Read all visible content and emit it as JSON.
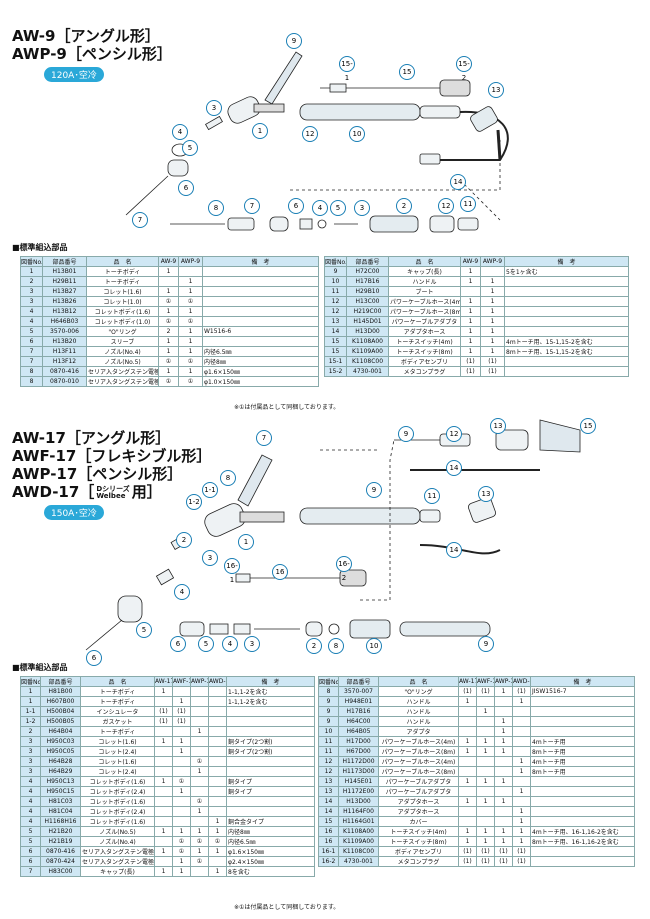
{
  "sec1": {
    "title1": "AW-9［アングル形］",
    "title2": "AWP-9［ペンシル形］",
    "badge": "120A･空冷",
    "parts_title": "■標準組込部品",
    "note": "※①は付属品として同梱しております。",
    "diagram_labels": [
      "9",
      "15-1",
      "15",
      "15-2",
      "13",
      "3",
      "1",
      "12",
      "10",
      "4",
      "5",
      "6",
      "7",
      "8",
      "14",
      "8",
      "7",
      "6",
      "4",
      "5",
      "3",
      "2",
      "12",
      "11"
    ],
    "left": {
      "headers": [
        "図番No.",
        "部品番号",
        "品　名",
        "AW-9",
        "AWP-9",
        "備　考"
      ],
      "rows": [
        [
          "1",
          "H13B01",
          "トーチボディ",
          "1",
          "",
          ""
        ],
        [
          "2",
          "H29B11",
          "トーチボディ",
          "",
          "1",
          ""
        ],
        [
          "3",
          "H13B27",
          "コレット(1.6)",
          "1",
          "1",
          ""
        ],
        [
          "3",
          "H13B26",
          "コレット(1.0)",
          "①",
          "①",
          ""
        ],
        [
          "4",
          "H13B12",
          "コレットボディ(1.6)",
          "1",
          "1",
          ""
        ],
        [
          "4",
          "H646B03",
          "コレットボディ(1.0)",
          "①",
          "①",
          ""
        ],
        [
          "5",
          "3570-006",
          "\"O\"リング",
          "2",
          "1",
          "W1516-6"
        ],
        [
          "6",
          "H13B20",
          "スリーブ",
          "1",
          "1",
          ""
        ],
        [
          "7",
          "H13F11",
          "ノズル(No.4)",
          "1",
          "1",
          "内径6.5㎜"
        ],
        [
          "7",
          "H13F12",
          "ノズル(No.5)",
          "①",
          "①",
          "内径8㎜"
        ],
        [
          "8",
          "0870-416",
          "セリア入タングステン電極",
          "1",
          "1",
          "φ1.6×150㎜"
        ],
        [
          "8",
          "0870-010",
          "セリア入タングステン電極",
          "①",
          "①",
          "φ1.0×150㎜"
        ]
      ]
    },
    "right": {
      "headers": [
        "図番No.",
        "部品番号",
        "品　名",
        "AW-9",
        "AWP-9",
        "備　考"
      ],
      "rows": [
        [
          "9",
          "H72C00",
          "キャップ(長)",
          "1",
          "",
          "5を1ヶ含む"
        ],
        [
          "10",
          "H17B16",
          "ハンドル",
          "1",
          "1",
          ""
        ],
        [
          "11",
          "H29B10",
          "ブート",
          "",
          "1",
          ""
        ],
        [
          "12",
          "H13C00",
          "パワーケーブルホース(4m)",
          "1",
          "1",
          ""
        ],
        [
          "12",
          "H219C00",
          "パワーケーブルホース(8m)",
          "1",
          "1",
          ""
        ],
        [
          "13",
          "H145D01",
          "パワーケーブルアダプタ",
          "1",
          "1",
          ""
        ],
        [
          "14",
          "H13D00",
          "アダプタホース",
          "1",
          "1",
          ""
        ],
        [
          "15",
          "K1108A00",
          "トーチスイッチ(4m)",
          "1",
          "1",
          "4mトーチ用、15-1,15-2を含む"
        ],
        [
          "15",
          "K1109A00",
          "トーチスイッチ(8m)",
          "1",
          "1",
          "8mトーチ用、15-1,15-2を含む"
        ],
        [
          "15-1",
          "K1108C00",
          "ボディアセンブリ",
          "(1)",
          "(1)",
          ""
        ],
        [
          "15-2",
          "4730-001",
          "メタコンプラグ",
          "(1)",
          "(1)",
          ""
        ]
      ]
    }
  },
  "sec2": {
    "title1": "AW-17［アングル形］",
    "title2": "AWF-17［フレキシブル形］",
    "title3": "AWP-17［ペンシル形］",
    "title4a": "AWD-17［",
    "title4b": "Dシリーズ",
    "title4c": "Welbee",
    "title4d": "用］",
    "badge": "150A･空冷",
    "parts_title": "■標準組込部品",
    "note": "※①は付属品として同梱しております。",
    "diagram_labels": [
      "7",
      "1-1",
      "8",
      "1-2",
      "1",
      "2",
      "3",
      "4",
      "5",
      "6",
      "9",
      "12",
      "13",
      "15",
      "14",
      "9",
      "11",
      "13",
      "14",
      "16-1",
      "16",
      "16-2",
      "6",
      "5",
      "4",
      "3",
      "2",
      "8",
      "10",
      "9"
    ],
    "left": {
      "headers": [
        "図番No.",
        "部品番号",
        "品　名",
        "AW-17",
        "AWF-17",
        "AWP-17",
        "AWD-17",
        "備　考"
      ],
      "rows": [
        [
          "1",
          "H81B00",
          "トーチボディ",
          "1",
          "",
          "",
          "",
          "1-1,1-2を含む"
        ],
        [
          "1",
          "H607B00",
          "トーチボディ",
          "",
          "1",
          "",
          "",
          "1-1,1-2を含む"
        ],
        [
          "1-1",
          "H500B04",
          "インシュレータ",
          "(1)",
          "(1)",
          "",
          "",
          " "
        ],
        [
          "1-2",
          "H500B05",
          "ガスケット",
          "(1)",
          "(1)",
          "",
          "",
          " "
        ],
        [
          "2",
          "H64B04",
          "トーチボディ",
          "",
          "",
          "1",
          "",
          ""
        ],
        [
          "3",
          "H950C03",
          "コレット(1.6)",
          "1",
          "1",
          "",
          "",
          "銅タイプ(2つ割)"
        ],
        [
          "3",
          "H950C05",
          "コレット(2.4)",
          "",
          "1",
          "",
          "",
          "銅タイプ(2つ割)"
        ],
        [
          "3",
          "H64B28",
          "コレット(1.6)",
          "",
          "",
          "①",
          "",
          ""
        ],
        [
          "3",
          "H64B29",
          "コレット(2.4)",
          "",
          "",
          "1",
          "",
          ""
        ],
        [
          "4",
          "H950C13",
          "コレットボディ(1.6)",
          "1",
          "①",
          "",
          "",
          "銅タイプ"
        ],
        [
          "4",
          "H950C15",
          "コレットボディ(2.4)",
          "",
          "1",
          "",
          "",
          "銅タイプ"
        ],
        [
          "4",
          "H81C03",
          "コレットボディ(1.6)",
          "",
          "",
          "①",
          "",
          ""
        ],
        [
          "4",
          "H81C04",
          "コレットボディ(2.4)",
          "",
          "",
          "1",
          "",
          ""
        ],
        [
          "4",
          "H1168H16",
          "コレットボディ(1.6)",
          "",
          "",
          "",
          "1",
          "銅合金タイプ"
        ],
        [
          "5",
          "H21B20",
          "ノズル(No.5)",
          "1",
          "1",
          "1",
          "1",
          "内径8㎜"
        ],
        [
          "5",
          "H21B19",
          "ノズル(No.4)",
          "",
          "①",
          "①",
          "①",
          "内径6.5㎜"
        ],
        [
          "6",
          "0870-416",
          "セリア入タングステン電極",
          "1",
          "①",
          "1",
          "1",
          "φ1.6×150㎜"
        ],
        [
          "6",
          "0870-424",
          "セリア入タングステン電極",
          "",
          "1",
          "①",
          "",
          "φ2.4×150㎜"
        ],
        [
          "7",
          "H83C00",
          "キャップ(長)",
          "1",
          "1",
          "",
          "1",
          "8を含む"
        ]
      ]
    },
    "right": {
      "headers": [
        "図番No.",
        "部品番号",
        "品　名",
        "AW-17",
        "AWF-17",
        "AWP-17",
        "AWD-17",
        "備　考"
      ],
      "rows": [
        [
          "8",
          "3570-007",
          "\"O\"リング",
          "(1)",
          "(1)",
          "1",
          "(1)",
          "JISW1516-7"
        ],
        [
          "9",
          "H948E01",
          "ハンドル",
          "1",
          "",
          "",
          "1",
          ""
        ],
        [
          "9",
          "H17B16",
          "ハンドル",
          "",
          "1",
          "",
          "",
          ""
        ],
        [
          "9",
          "H64C00",
          "ハンドル",
          "",
          "",
          "1",
          "",
          ""
        ],
        [
          "10",
          "H64B05",
          "アダプタ",
          "",
          "",
          "1",
          "",
          ""
        ],
        [
          "11",
          "H17D00",
          "パワーケーブルホース(4m)",
          "1",
          "1",
          "1",
          "",
          "4mトーチ用"
        ],
        [
          "11",
          "H67D00",
          "パワーケーブルホース(8m)",
          "1",
          "1",
          "1",
          "",
          "8mトーチ用"
        ],
        [
          "12",
          "H1172D00",
          "パワーケーブルホース(4m)",
          "",
          "",
          "",
          "1",
          "4mトーチ用"
        ],
        [
          "12",
          "H1173D00",
          "パワーケーブルホース(8m)",
          "",
          "",
          "",
          "1",
          "8mトーチ用"
        ],
        [
          "13",
          "H145E01",
          "パワーケーブルアダプタ",
          "1",
          "1",
          "1",
          "",
          ""
        ],
        [
          "13",
          "H1172E00",
          "パワーケーブルアダプタ",
          "",
          "",
          "",
          "1",
          ""
        ],
        [
          "14",
          "H13D00",
          "アダプタホース",
          "1",
          "1",
          "1",
          "",
          ""
        ],
        [
          "14",
          "H1164F00",
          "アダプタホース",
          "",
          "",
          "",
          "1",
          ""
        ],
        [
          "15",
          "H1164G01",
          "カバー",
          "",
          "",
          "",
          "1",
          ""
        ],
        [
          "16",
          "K1108A00",
          "トーチスイッチ(4m)",
          "1",
          "1",
          "1",
          "1",
          "4mトーチ用、16-1,16-2を含む"
        ],
        [
          "16",
          "K1109A00",
          "トーチスイッチ(8m)",
          "1",
          "1",
          "1",
          "1",
          "8mトーチ用、16-1,16-2を含む"
        ],
        [
          "16-1",
          "K1108C00",
          "ボディアセンブリ",
          "(1)",
          "(1)",
          "(1)",
          "(1)",
          ""
        ],
        [
          "16-2",
          "4730-001",
          "メタコンプラグ",
          "(1)",
          "(1)",
          "(1)",
          "(1)",
          ""
        ]
      ]
    }
  },
  "colors": {
    "accent": "#2aa8d8",
    "header_bg": "#cfe7f4",
    "outline": "#1a7fb5"
  }
}
